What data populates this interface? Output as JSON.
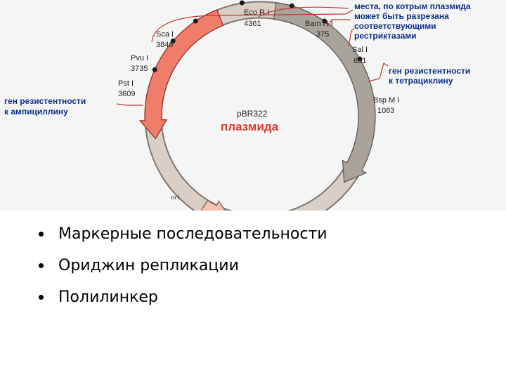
{
  "figure": {
    "center_code": "pBR322",
    "center_title": "плазмида",
    "ori_label": "ori",
    "sites": [
      {
        "name": "Eco R I",
        "pos": "4361"
      },
      {
        "name": "Bam H I",
        "pos": "375"
      },
      {
        "name": "Sal I",
        "pos": "651"
      },
      {
        "name": "Bsp M I",
        "pos": "1063"
      },
      {
        "name": "Sca I",
        "pos": "3846"
      },
      {
        "name": "Pvu I",
        "pos": "3735"
      },
      {
        "name": "Pst I",
        "pos": "3609"
      }
    ],
    "annotations": {
      "restriction_sites": [
        "места, по котрым плазмида",
        "может быть разрезана",
        "соответствующими",
        "рестриктазами"
      ],
      "tetracycline": [
        "ген резистентности",
        "к тетрациклину"
      ],
      "ampicillin": [
        "ген резистентности",
        "к ампициллину"
      ]
    },
    "colors": {
      "ring": "#d9cfc7",
      "ampicillin_gene": "#f07c6a",
      "tetracycline_gene": "#a9a39b",
      "ori_arrow": "#f5c1ad",
      "pointer_lines": "#c0392b",
      "annotation_text": "#0b2e86",
      "title_red": "#d93a2e"
    }
  },
  "bullets": [
    "Маркерные последовательности",
    "Ориджин репликации",
    "Полилинкер"
  ]
}
